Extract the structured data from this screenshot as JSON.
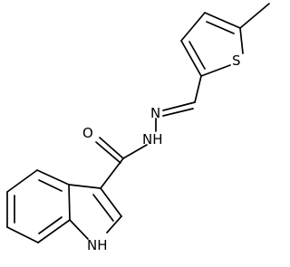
{
  "molecule": {
    "atom_labels": {
      "sulfur": "S",
      "oxygen": "O",
      "imine_nitrogen": "N",
      "amide_nitrogen": "NH",
      "indole_nitrogen": "NH"
    }
  },
  "colors": {
    "bond": "#000000",
    "label": "#000000",
    "background": "#ffffff"
  }
}
